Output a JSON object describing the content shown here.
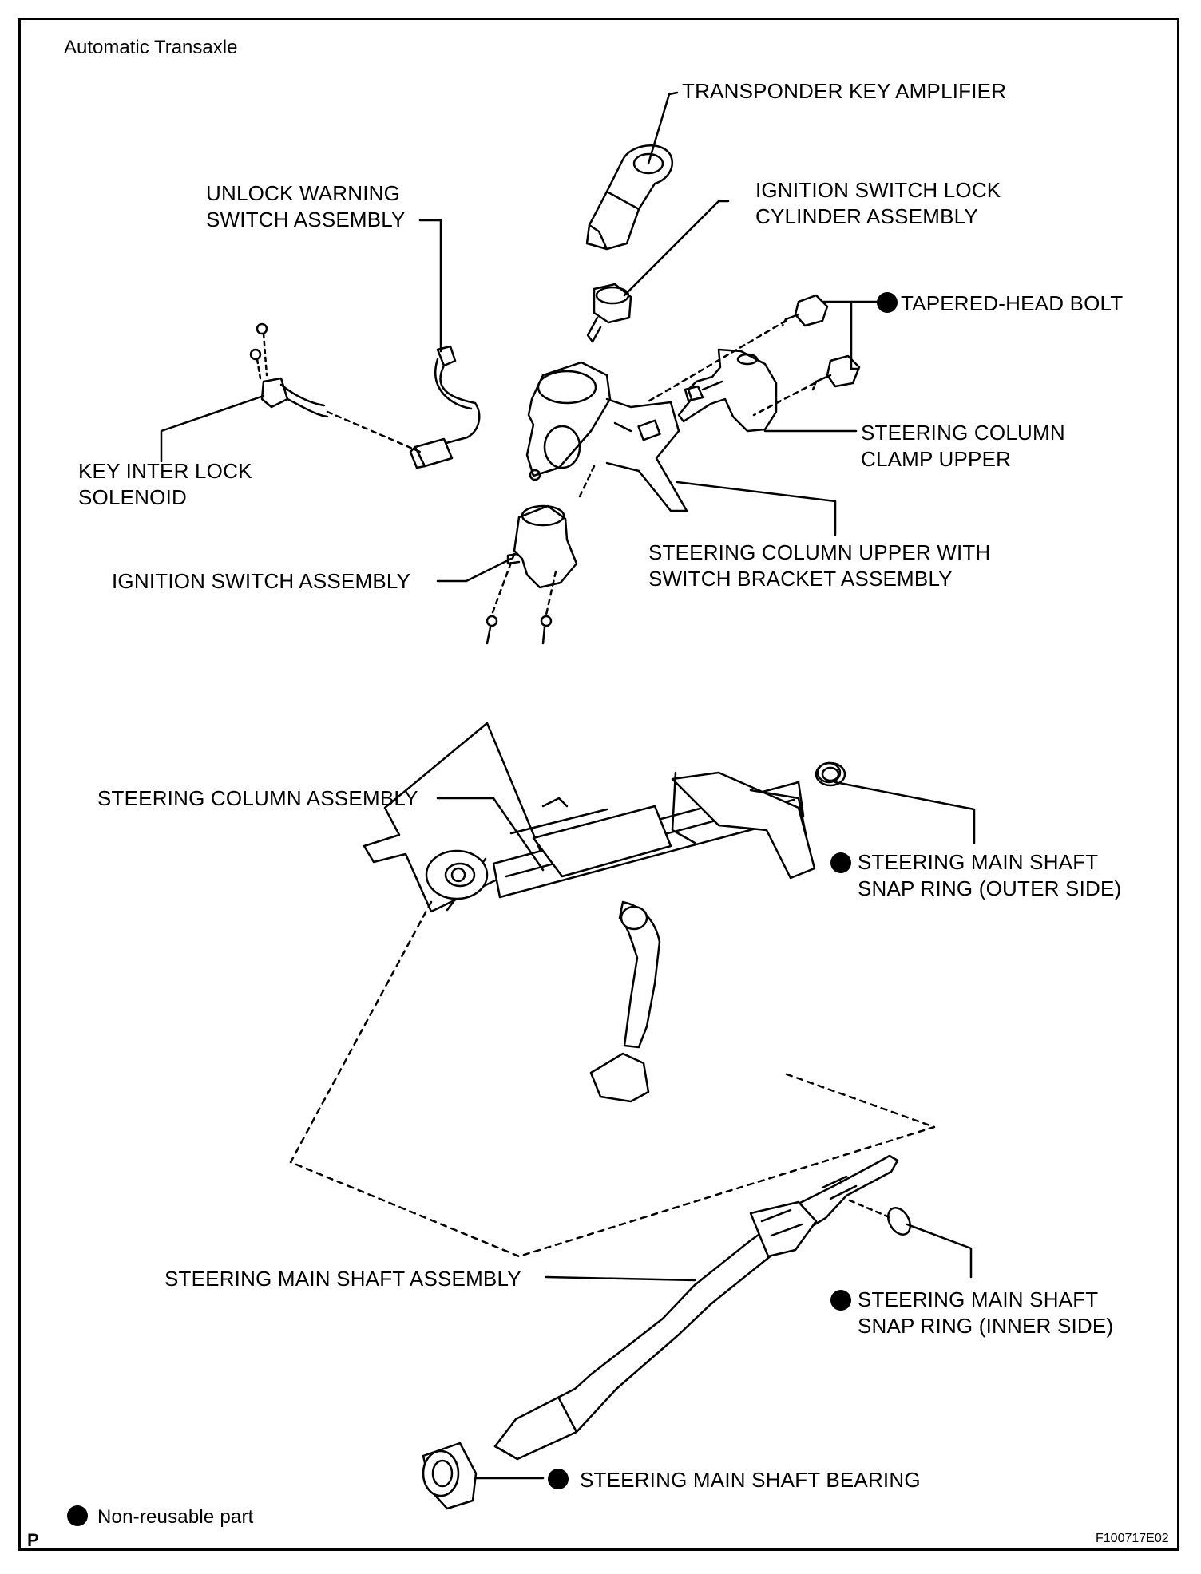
{
  "diagram": {
    "title": "Automatic Transaxle",
    "labels": {
      "transponder_key_amplifier": "TRANSPONDER KEY AMPLIFIER",
      "unlock_warning_switch_1": "UNLOCK WARNING",
      "unlock_warning_switch_2": "SWITCH ASSEMBLY",
      "ignition_lock_cylinder_1": "IGNITION SWITCH LOCK",
      "ignition_lock_cylinder_2": "CYLINDER ASSEMBLY",
      "tapered_head_bolt": "TAPERED-HEAD BOLT",
      "key_interlock_solenoid_1": "KEY INTER LOCK",
      "key_interlock_solenoid_2": "SOLENOID",
      "column_clamp_upper_1": "STEERING COLUMN",
      "column_clamp_upper_2": "CLAMP UPPER",
      "column_upper_bracket_1": "STEERING COLUMN UPPER WITH",
      "column_upper_bracket_2": "SWITCH BRACKET ASSEMBLY",
      "ignition_switch_assembly": "IGNITION SWITCH ASSEMBLY",
      "steering_column_assembly": "STEERING COLUMN ASSEMBLY",
      "snap_ring_outer_1": "STEERING MAIN SHAFT",
      "snap_ring_outer_2": "SNAP RING (OUTER SIDE)",
      "main_shaft_assembly": "STEERING MAIN SHAFT ASSEMBLY",
      "snap_ring_inner_1": "STEERING MAIN SHAFT",
      "snap_ring_inner_2": "SNAP RING (INNER SIDE)",
      "main_shaft_bearing": "STEERING MAIN SHAFT BEARING"
    },
    "legend": {
      "non_reusable": "Non-reusable part"
    },
    "page_marker": "P",
    "figure_id": "F100717E02"
  }
}
